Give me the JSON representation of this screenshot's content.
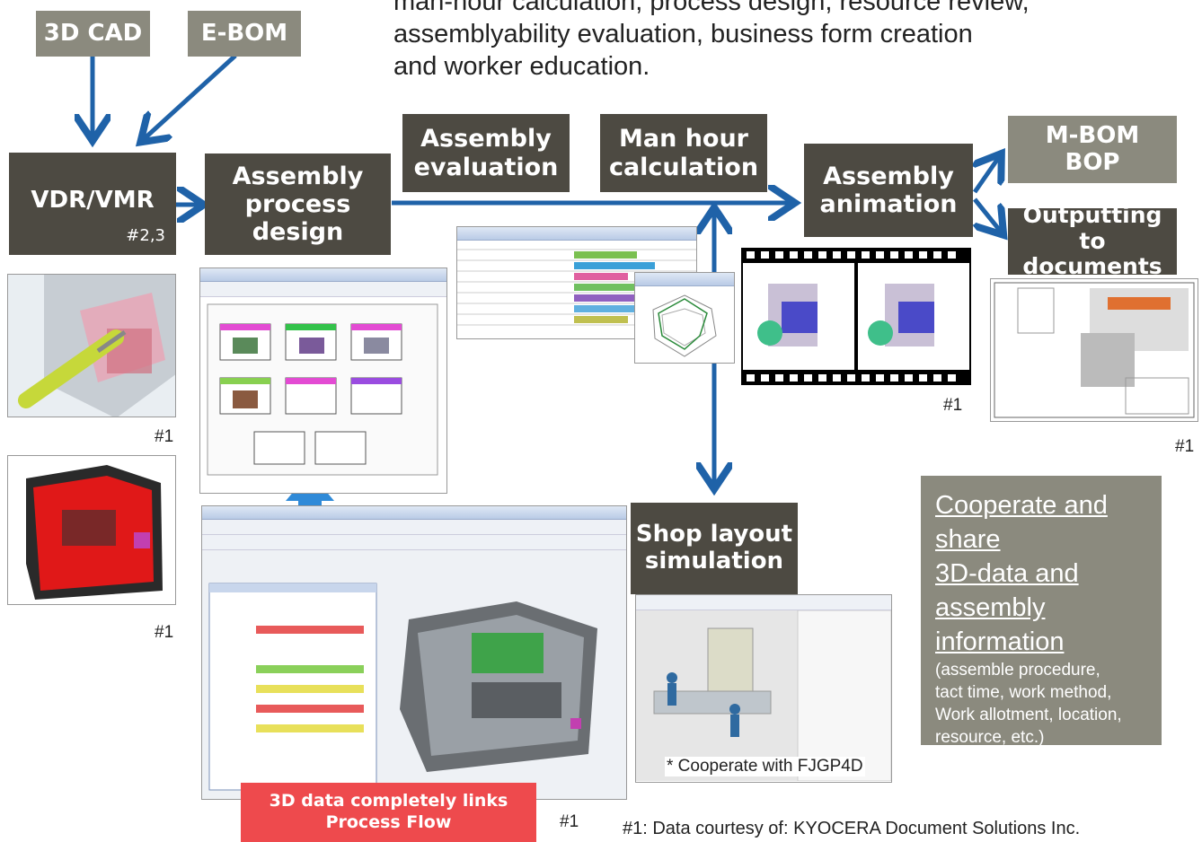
{
  "top_text": [
    "man-hour calculation, process design, resource review,",
    "assemblyability evaluation, business form creation",
    "and worker education."
  ],
  "boxes": {
    "cad": "3D CAD",
    "ebom": "E-BOM",
    "vdr": "VDR/VMR",
    "vdr_note": "#2,3",
    "process_design": [
      "Assembly",
      "process design"
    ],
    "assembly_eval": [
      "Assembly",
      "evaluation"
    ],
    "man_hour": [
      "Man hour",
      "calculation"
    ],
    "assembly_anim": [
      "Assembly",
      "animation"
    ],
    "mbom": [
      "M-BOM",
      "BOP"
    ],
    "outputting": [
      "Outputting to",
      "documents"
    ],
    "shop_layout": [
      "Shop layout",
      "simulation"
    ]
  },
  "notes": {
    "n1": "#1",
    "n2": "#1",
    "n3": "#1",
    "n4": "#1",
    "n5": "#1",
    "cooperate_fjgp": "* Cooperate with FJGP4D"
  },
  "cooperate": {
    "big": "Cooperate and \nshare \n3D-data and \nassembly \ninformation ",
    "small": "(assemble procedure,\ntact time, work method,\nWork allotment, location,\nresource, etc.)"
  },
  "red_box": [
    "3D data completely links",
    "Process Flow"
  ],
  "footnote": "#1: Data courtesy of: KYOCERA Document Solutions Inc.",
  "colors": {
    "dark_box": "#4d4a42",
    "light_box": "#8b8a7e",
    "arrow": "#1f62a8",
    "arrow_light": "#2f8ad8",
    "red": "#ee4a4d"
  }
}
